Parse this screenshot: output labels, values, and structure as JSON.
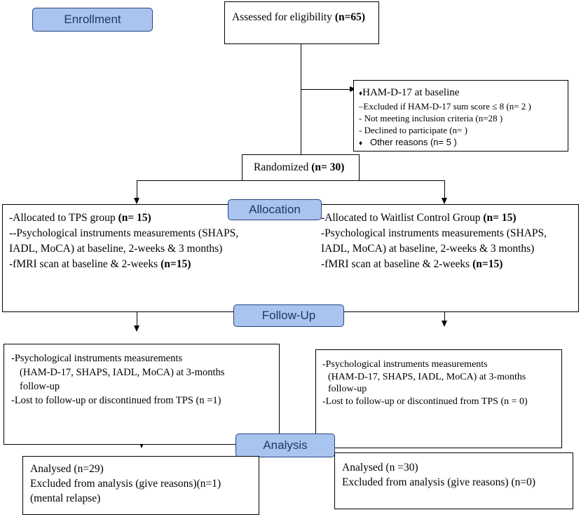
{
  "stages": {
    "enrollment": "Enrollment",
    "allocation": "Allocation",
    "follow_up": "Follow-Up",
    "analysis": "Analysis"
  },
  "assessed": {
    "label": "Assessed for eligibility ",
    "count": "(n=65)"
  },
  "excluded": {
    "title_bullet": "♦",
    "title": "HAM-D-17 at baseline",
    "items": [
      "–Excluded if HAM-D-17 sum score ≤ 8 (n= 2  )",
      "- Not meeting inclusion criteria (n=28  )",
      "- Declined to participate (n=  )"
    ],
    "other_bullet": "♦",
    "other": "Other reasons (n= 5 )"
  },
  "randomized": {
    "label": "Randomized ",
    "count": "(n= 30)"
  },
  "tps_alloc": {
    "line1": "-Allocated to TPS group ",
    "line1_n": "(n= 15)",
    "line2": "--Psychological instruments measurements (SHAPS,",
    "line3": "IADL, MoCA) at baseline, 2-weeks & 3 months)",
    "line4": "-fMRI scan at baseline & 2-weeks ",
    "line4_n": "(n=15)"
  },
  "wait_alloc": {
    "line1": "-Allocated to Waitlist Control Group ",
    "line1_n": "(n= 15)",
    "line2": "-Psychological instruments measurements (SHAPS,",
    "line3": "IADL, MoCA) at baseline, 2-weeks & 3 months)",
    "line4": "-fMRI scan at baseline & 2-weeks ",
    "line4_n": "(n=15)"
  },
  "tps_follow": {
    "line1": "-Psychological instruments measurements",
    "line2": "(HAM-D-17, SHAPS, IADL, MoCA) at 3-months",
    "line3": "follow-up",
    "line4": "-Lost to follow-up or discontinued from TPS (n =1)"
  },
  "wait_follow": {
    "line1": "-Psychological instruments measurements",
    "line2": "(HAM-D-17, SHAPS, IADL, MoCA) at 3-months",
    "line3": "follow-up",
    "line4": "-Lost to follow-up or discontinued from TPS (n = 0)"
  },
  "tps_analysis": {
    "line1": "Analysed (n=29)",
    "line2": "Excluded from analysis (give reasons)(n=1)",
    "line3": "(mental relapse)"
  },
  "wait_analysis": {
    "line1": "Analysed (n =30)",
    "line2": "Excluded from analysis (give reasons) (n=0)"
  }
}
